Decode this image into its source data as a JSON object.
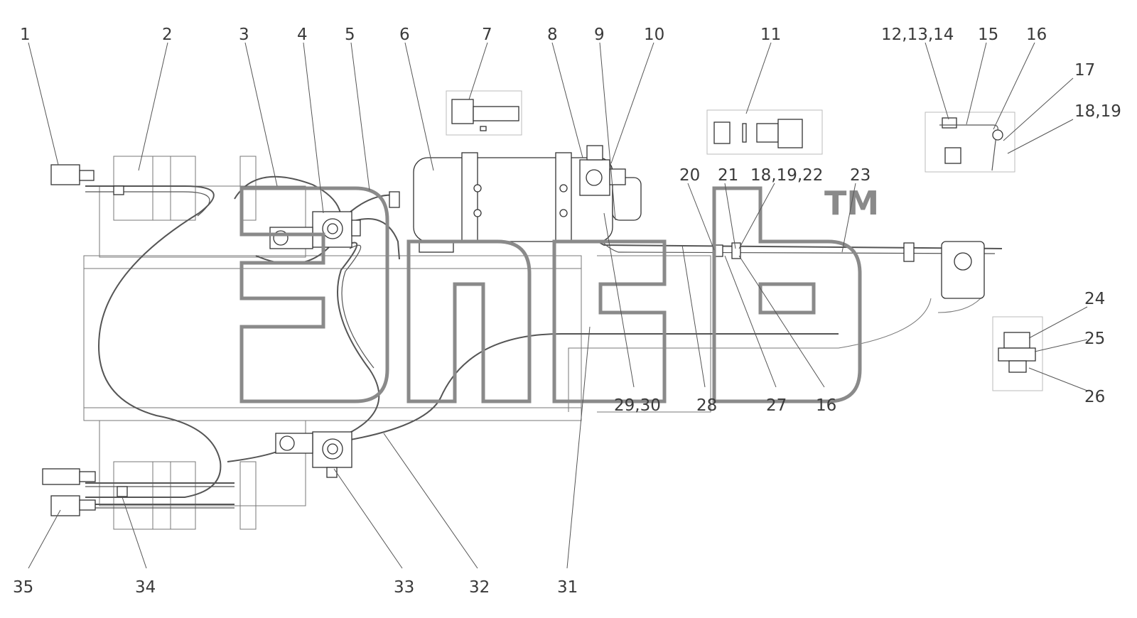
{
  "diagram": {
    "watermark_mark": "TM",
    "callouts": [
      {
        "id": "c1",
        "text": "1"
      },
      {
        "id": "c2",
        "text": "2"
      },
      {
        "id": "c3",
        "text": "3"
      },
      {
        "id": "c4",
        "text": "4"
      },
      {
        "id": "c5",
        "text": "5"
      },
      {
        "id": "c6",
        "text": "6"
      },
      {
        "id": "c7",
        "text": "7"
      },
      {
        "id": "c8",
        "text": "8"
      },
      {
        "id": "c9",
        "text": "9"
      },
      {
        "id": "c10",
        "text": "10"
      },
      {
        "id": "c11",
        "text": "11"
      },
      {
        "id": "c12",
        "text": "12,13,14"
      },
      {
        "id": "c15",
        "text": "15"
      },
      {
        "id": "c16a",
        "text": "16"
      },
      {
        "id": "c17",
        "text": "17"
      },
      {
        "id": "c18",
        "text": "18,19"
      },
      {
        "id": "c20",
        "text": "20"
      },
      {
        "id": "c21",
        "text": "21"
      },
      {
        "id": "c22",
        "text": "18,19,22"
      },
      {
        "id": "c23",
        "text": "23"
      },
      {
        "id": "c24",
        "text": "24"
      },
      {
        "id": "c25",
        "text": "25"
      },
      {
        "id": "c26",
        "text": "26"
      },
      {
        "id": "c29",
        "text": "29,30"
      },
      {
        "id": "c28",
        "text": "28"
      },
      {
        "id": "c27",
        "text": "27"
      },
      {
        "id": "c16b",
        "text": "16"
      },
      {
        "id": "c35",
        "text": "35"
      },
      {
        "id": "c34",
        "text": "34"
      },
      {
        "id": "c33",
        "text": "33"
      },
      {
        "id": "c32",
        "text": "32"
      },
      {
        "id": "c31",
        "text": "31"
      }
    ]
  }
}
